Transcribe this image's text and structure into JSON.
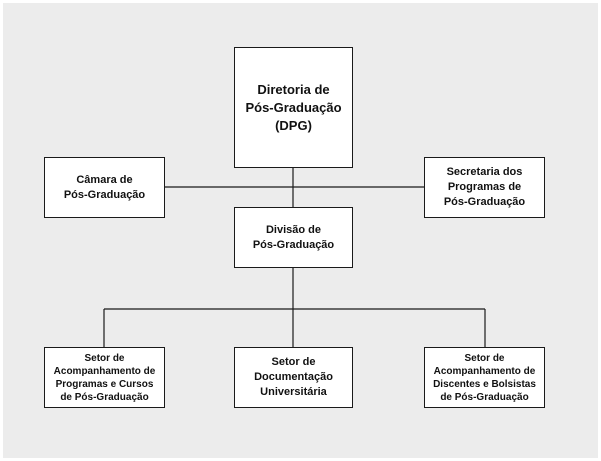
{
  "diagram": {
    "colors": {
      "background": "#ececec",
      "box": "#ffffff",
      "line": "#1a1a1a"
    },
    "nodes": {
      "dpg": "Diretoria de\nPós-Graduação\n(DPG)",
      "camara": "Câmara de\nPós-Graduação",
      "secretaria": "Secretaria dos\nProgramas de\nPós-Graduação",
      "divisao": "Divisão de\nPós-Graduação",
      "setor_programas": "Setor de\nAcompanhamento de\nProgramas e Cursos\nde Pós-Graduação",
      "setor_documentacao": "Setor de\nDocumentação\nUniversitária",
      "setor_discentes": "Setor de\nAcompanhamento de\nDiscentes e Bolsistas\nde Pós-Graduação"
    }
  }
}
